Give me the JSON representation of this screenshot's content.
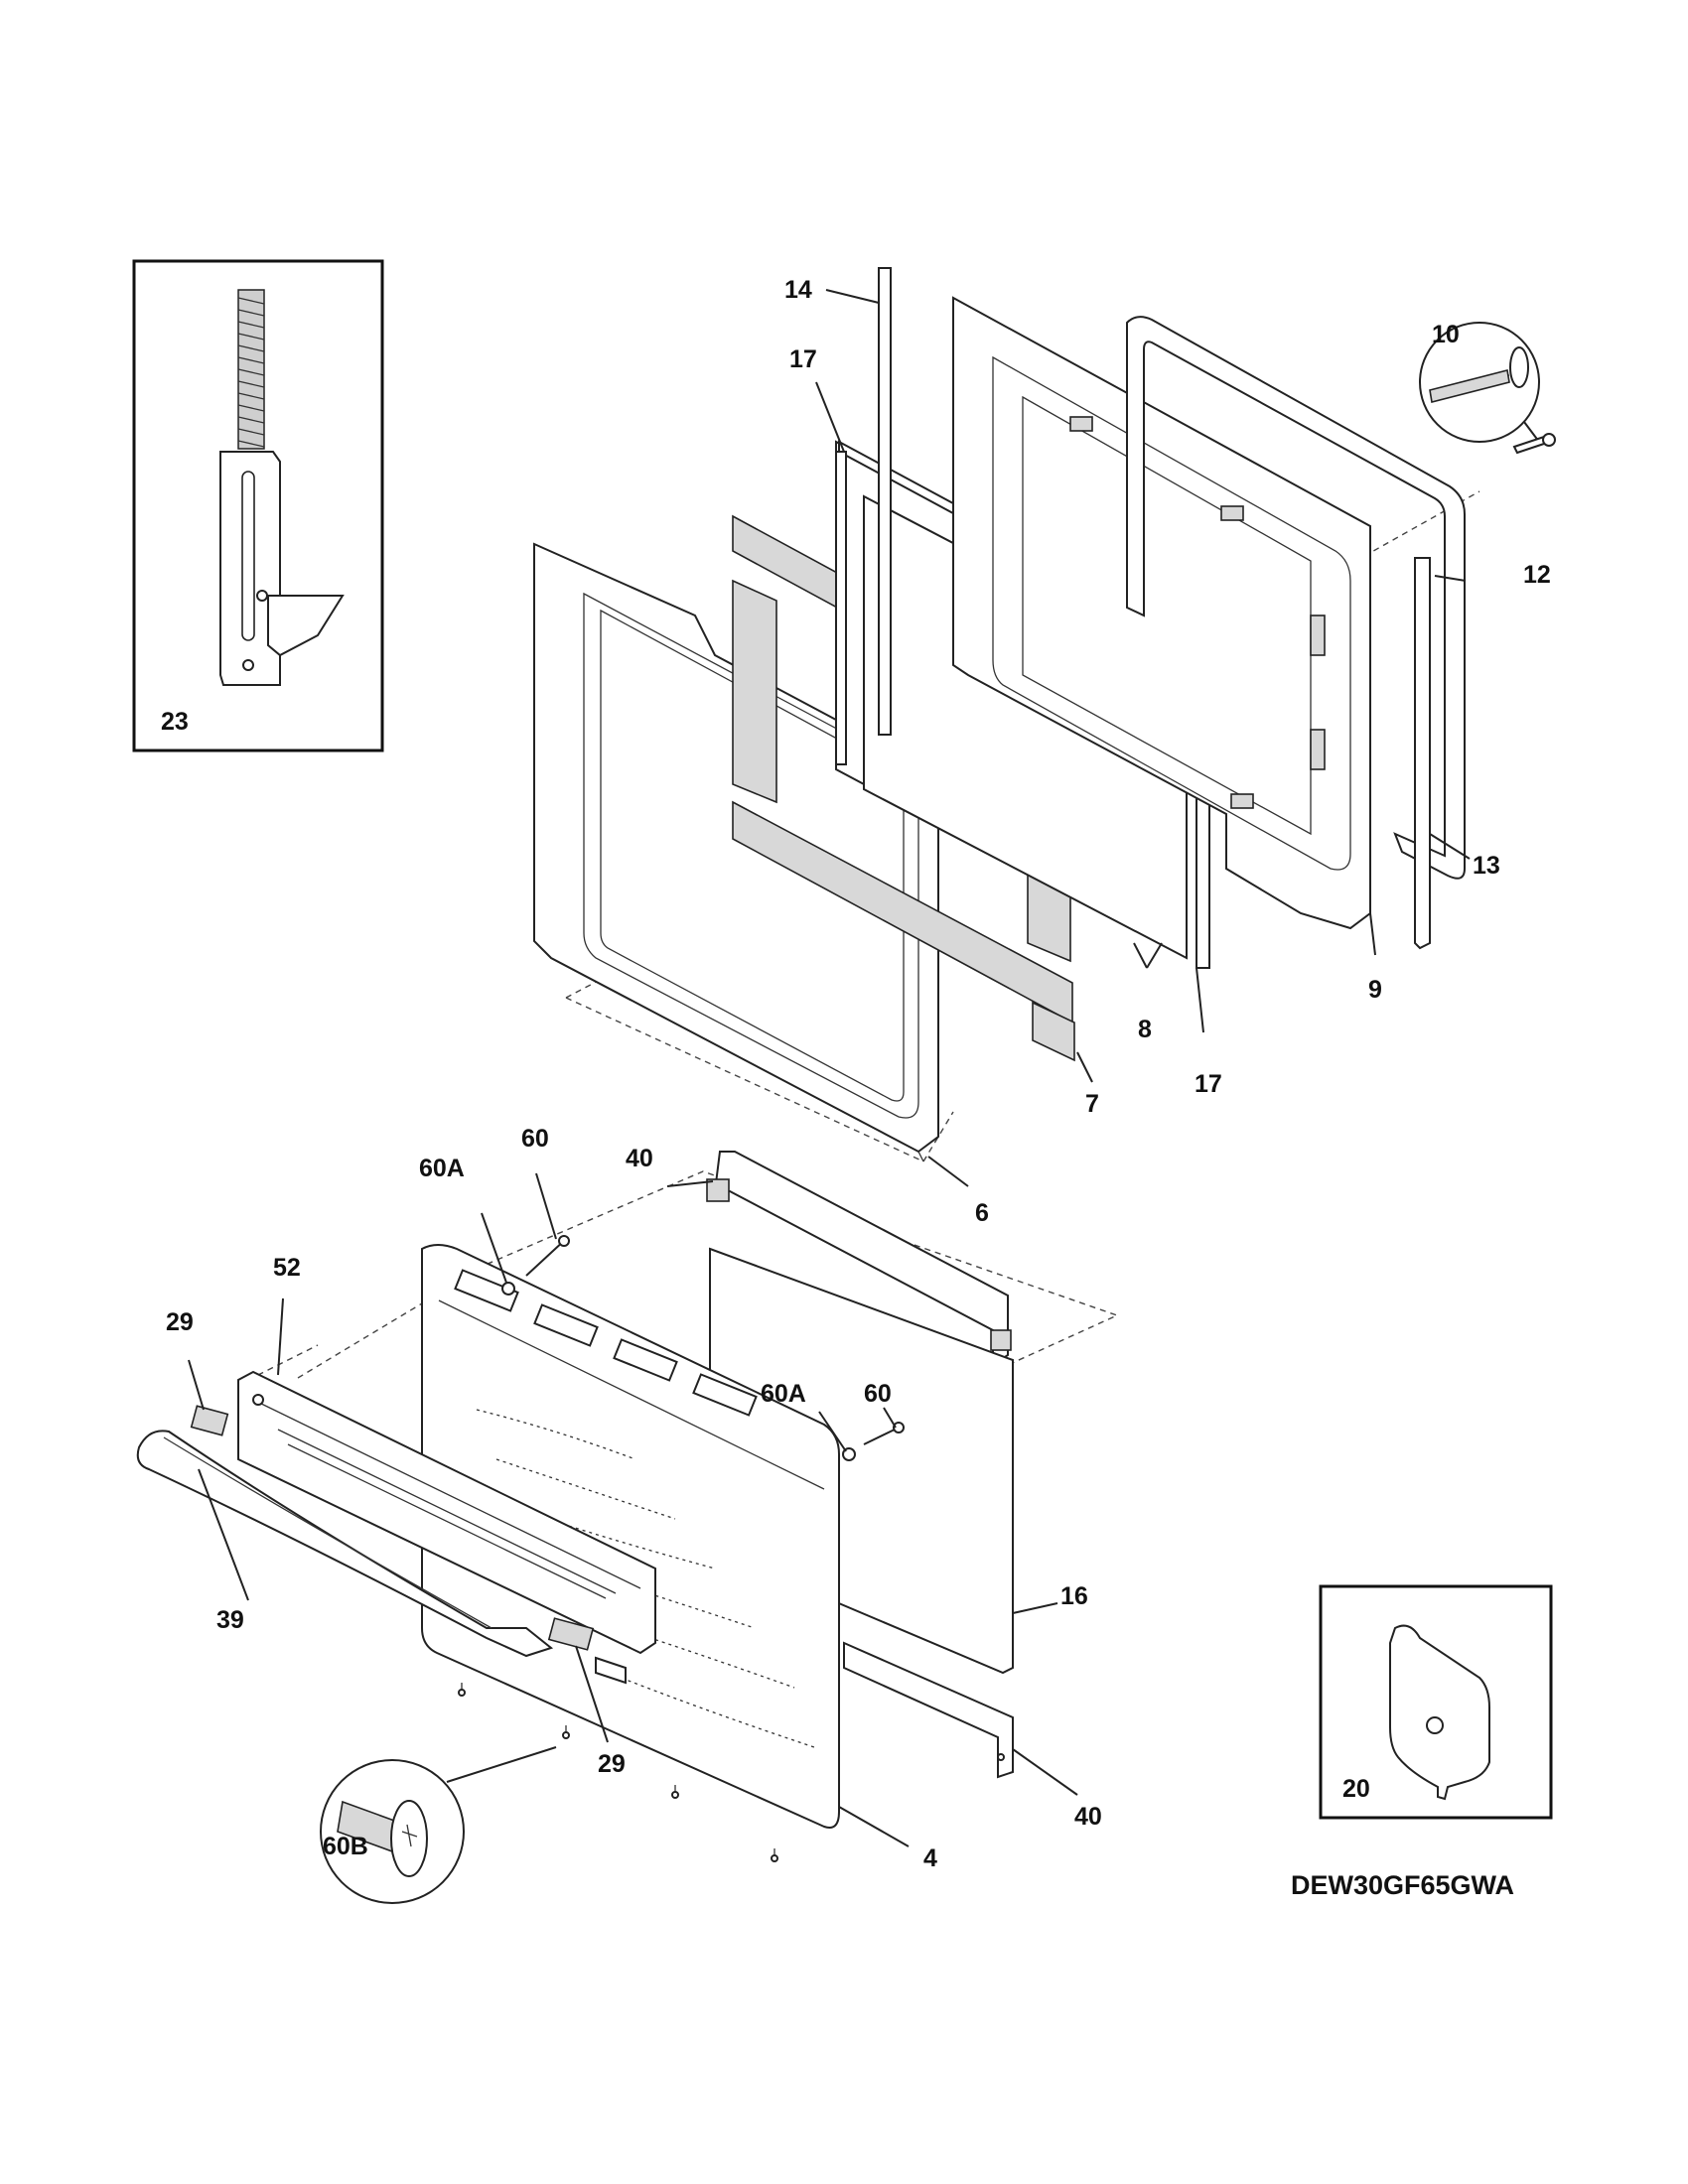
{
  "diagram": {
    "model_number": "DEW30GF65GWA",
    "callouts": [
      {
        "id": "c-14",
        "text": "14"
      },
      {
        "id": "c-17a",
        "text": "17"
      },
      {
        "id": "c-10",
        "text": "10"
      },
      {
        "id": "c-12",
        "text": "12"
      },
      {
        "id": "c-13",
        "text": "13"
      },
      {
        "id": "c-9",
        "text": "9"
      },
      {
        "id": "c-8",
        "text": "8"
      },
      {
        "id": "c-7",
        "text": "7"
      },
      {
        "id": "c-17b",
        "text": "17"
      },
      {
        "id": "c-6",
        "text": "6"
      },
      {
        "id": "c-23",
        "text": "23"
      },
      {
        "id": "c-40a",
        "text": "40"
      },
      {
        "id": "c-60a1",
        "text": "60A"
      },
      {
        "id": "c-60-1",
        "text": "60"
      },
      {
        "id": "c-52",
        "text": "52"
      },
      {
        "id": "c-29a",
        "text": "29"
      },
      {
        "id": "c-60a2",
        "text": "60A"
      },
      {
        "id": "c-60-2",
        "text": "60"
      },
      {
        "id": "c-39",
        "text": "39"
      },
      {
        "id": "c-16",
        "text": "16"
      },
      {
        "id": "c-29b",
        "text": "29"
      },
      {
        "id": "c-40b",
        "text": "40"
      },
      {
        "id": "c-60b",
        "text": "60B"
      },
      {
        "id": "c-4",
        "text": "4"
      },
      {
        "id": "c-20",
        "text": "20"
      }
    ]
  }
}
